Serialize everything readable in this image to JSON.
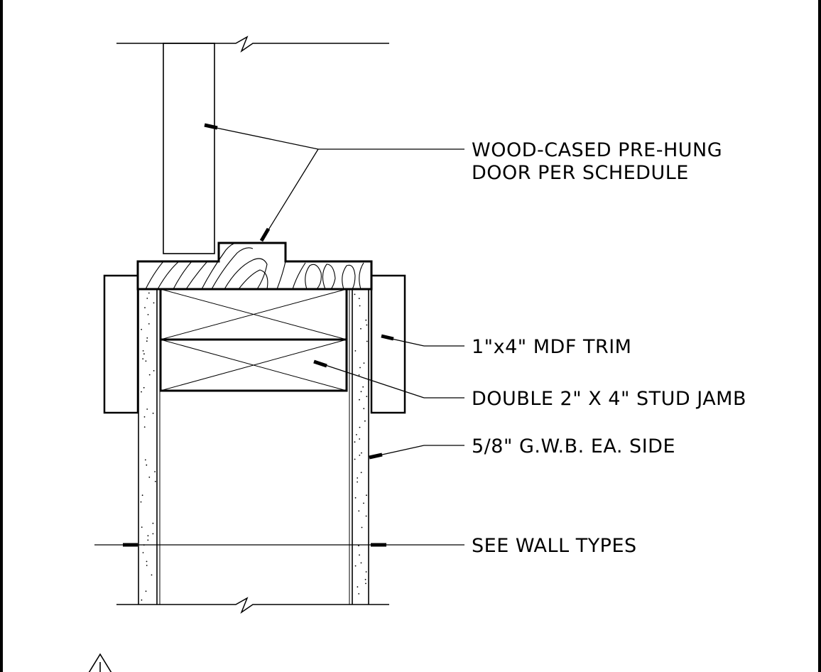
{
  "notes": {
    "door": [
      "WOOD-CASED PRE-HUNG",
      "DOOR PER SCHEDULE"
    ],
    "trim": "1\"x4\" MDF TRIM",
    "jamb": "DOUBLE 2\" X 4\" STUD JAMB",
    "gwb": "5/8\" G.W.B. EA. SIDE",
    "wall": "SEE WALL TYPES"
  }
}
